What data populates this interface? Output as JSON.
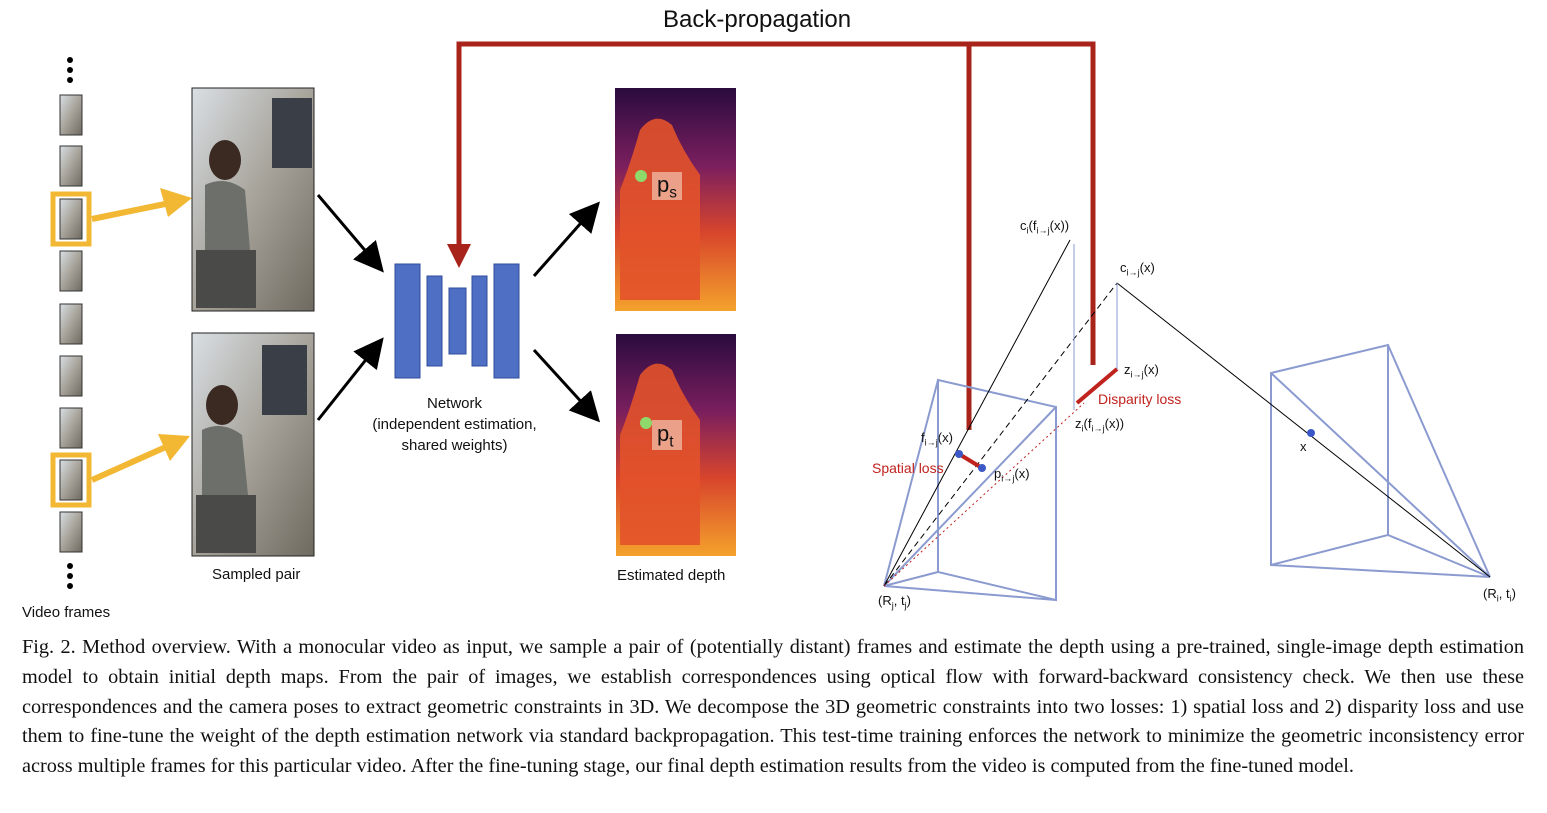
{
  "figure": {
    "title": "Back-propagation",
    "video_frames_label": "Video frames",
    "sampled_pair_label": "Sampled pair",
    "estimated_depth_label": "Estimated depth",
    "network_label_line1": "Network",
    "network_label_line2": "(independent estimation,",
    "network_label_line3": "shared weights)",
    "ps_label": "p",
    "ps_sub": "s",
    "pt_label": "p",
    "pt_sub": "t",
    "spatial_loss_label": "Spatial loss",
    "disparity_loss_label": "Disparity loss",
    "ci_label": "c",
    "ci_sub": "i",
    "ci_arg": "(f",
    "ci_arg_sub": "i→j",
    "ci_tail": "(x))",
    "cij_label": "c",
    "cij_sub": "i→j",
    "cij_tail": "(x)",
    "zij_label": "z",
    "zij_sub": "i→j",
    "zij_tail": "(x)",
    "zi_label": "z",
    "zi_sub": "i",
    "zi_arg": "(f",
    "zi_arg_sub": "i→j",
    "zi_tail": "(x))",
    "fij_label": "f",
    "fij_sub": "i→j",
    "fij_tail": "(x)",
    "pij_label": "p",
    "pij_sub": "i→j",
    "pij_tail": "(x)",
    "x_label": "x",
    "cam_j_label": "(R",
    "cam_j_sub": "j",
    "cam_j_tail": ", t",
    "cam_j_sub2": "j",
    "cam_j_end": ")",
    "cam_i_label": "(R",
    "cam_i_sub": "i",
    "cam_i_tail": ", t",
    "cam_i_sub2": "i",
    "cam_i_end": ")",
    "colors": {
      "backprop_red": "#a8241b",
      "loss_red": "#c0231e",
      "network_blue": "#4f6fc4",
      "frame_yellow": "#f2b833",
      "camera_blue": "#8b9bd0",
      "point_green": "#8fd96b"
    }
  },
  "caption": "Fig. 2.  Method overview. With a monocular video as input, we sample a pair of (potentially distant) frames and estimate the depth using a pre-trained, single-image depth estimation model to obtain initial depth maps. From the pair of images, we establish correspondences using optical flow with forward-backward consistency check. We then use these correspondences and the camera poses to extract geometric constraints in 3D. We decompose the 3D geometric constraints into two losses: 1) spatial loss and 2) disparity loss and use them to fine-tune the weight of the depth estimation network via standard backpropagation. This test-time training enforces the network to minimize the geometric inconsistency error across multiple frames for this particular video. After the fine-tuning stage, our final depth estimation results from the video is computed from the fine-tuned model."
}
